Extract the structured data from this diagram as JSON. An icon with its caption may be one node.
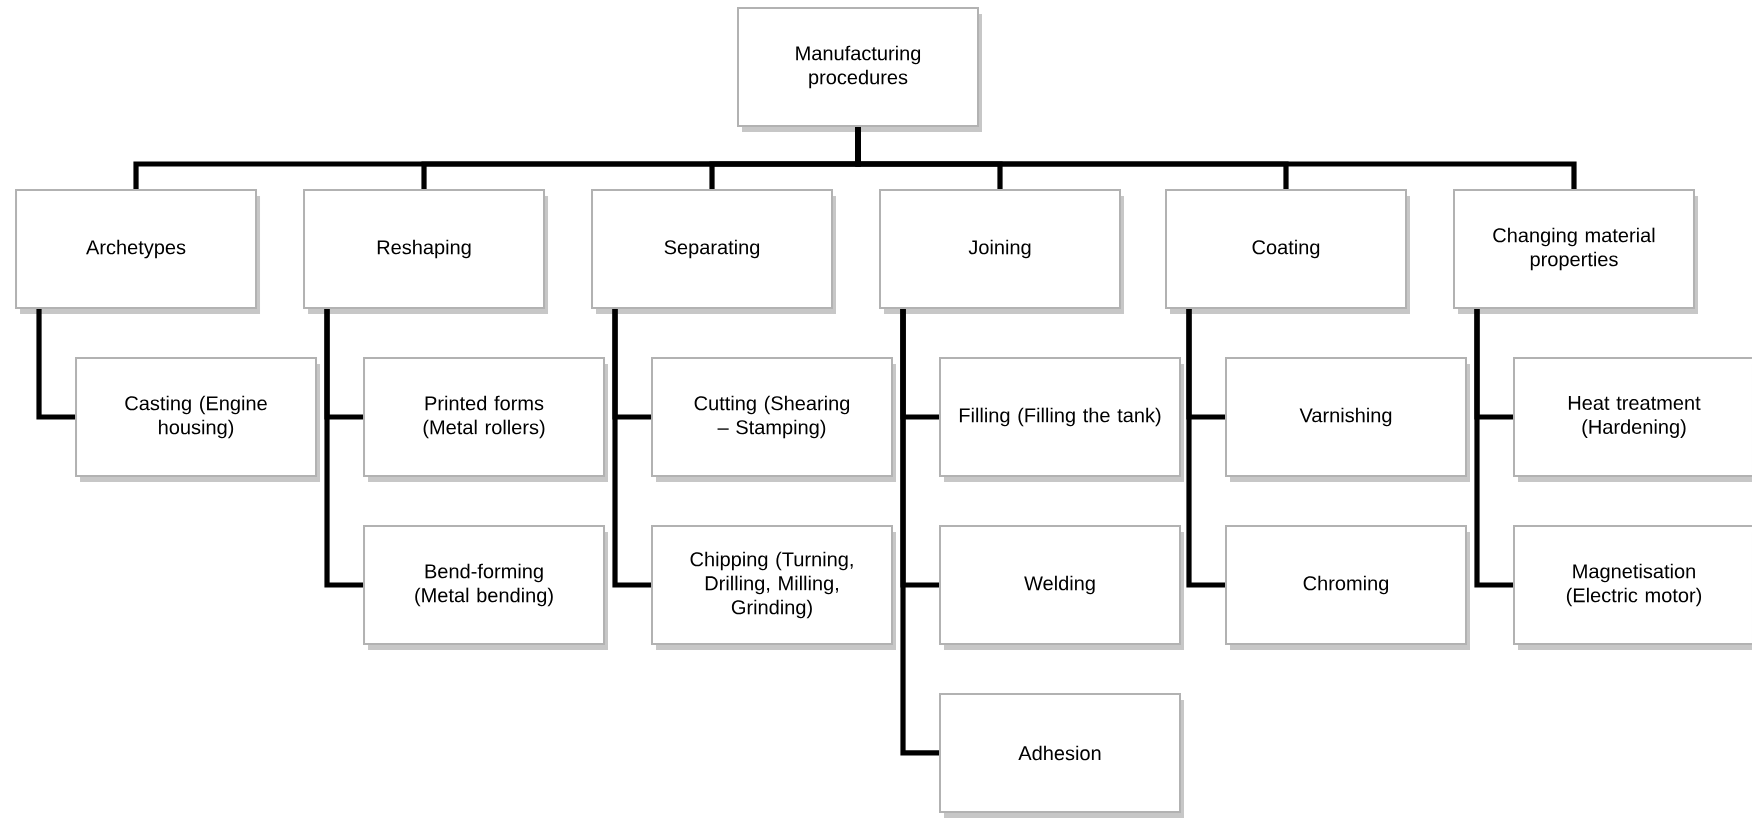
{
  "diagram": {
    "nodes": [
      {
        "text": [
          "Manufacturing procedures"
        ]
      },
      {
        "text": [
          "Archetypes"
        ]
      },
      {
        "text": [
          "Reshaping"
        ]
      },
      {
        "text": [
          "Separating"
        ]
      },
      {
        "text": [
          "Joining"
        ]
      },
      {
        "text": [
          "Coating"
        ]
      },
      {
        "text": [
          "Changing material properties"
        ]
      },
      {
        "text": [
          "Casting (Engine housing)"
        ]
      },
      {
        "text": [
          "Printed forms (Metal rollers)"
        ]
      },
      {
        "text": [
          "Bend-forming (Metal bending)"
        ]
      },
      {
        "text": [
          "Cutting (Shearing – Stamping)"
        ]
      },
      {
        "text": [
          "Chipping (Turning, Drilling, Milling, Grinding)"
        ]
      },
      {
        "text": [
          "Filling (Filling the tank)"
        ]
      },
      {
        "text": [
          "Welding"
        ]
      },
      {
        "text": [
          "Adhesion"
        ]
      },
      {
        "text": [
          "Varnishing"
        ]
      },
      {
        "text": [
          "Chroming"
        ]
      },
      {
        "text": [
          "Heat treatment (Hardening)"
        ]
      },
      {
        "text": [
          "Magnetisation (Electric motor)"
        ]
      }
    ],
    "edges": [
      {
        "from": 0,
        "to": 1,
        "arrow": "none"
      },
      {
        "from": 0,
        "to": 2,
        "arrow": "none"
      },
      {
        "from": 0,
        "to": 3,
        "arrow": "none"
      },
      {
        "from": 0,
        "to": 4,
        "arrow": "none"
      },
      {
        "from": 0,
        "to": 5,
        "arrow": "none"
      },
      {
        "from": 0,
        "to": 6,
        "arrow": "none"
      },
      {
        "from": 1,
        "to": 7,
        "arrow": "none"
      },
      {
        "from": 2,
        "to": 8,
        "arrow": "none"
      },
      {
        "from": 2,
        "to": 9,
        "arrow": "none"
      },
      {
        "from": 3,
        "to": 10,
        "arrow": "none"
      },
      {
        "from": 3,
        "to": 11,
        "arrow": "none"
      },
      {
        "from": 4,
        "to": 12,
        "arrow": "none"
      },
      {
        "from": 4,
        "to": 13,
        "arrow": "none"
      },
      {
        "from": 4,
        "to": 14,
        "arrow": "none"
      },
      {
        "from": 5,
        "to": 15,
        "arrow": "none"
      },
      {
        "from": 5,
        "to": 16,
        "arrow": "none"
      },
      {
        "from": 6,
        "to": 17,
        "arrow": "none"
      },
      {
        "from": 6,
        "to": 18,
        "arrow": "none"
      }
    ]
  }
}
